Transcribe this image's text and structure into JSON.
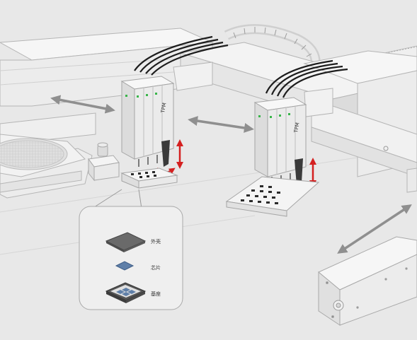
{
  "callout": {
    "labels": [
      "外壳",
      "芯片",
      "基座"
    ]
  },
  "colors": {
    "background": "#e8e8e8",
    "frame": "#f4f4f4",
    "outline": "#b9b9b9",
    "arrow_gray": "#8f8f8f",
    "arrow_red": "#d42020",
    "module_green": "#39b54a",
    "cable": "#1d1d1d"
  },
  "icons": [
    "double-arrow-icon",
    "rotation-arrow-icon",
    "vertical-arrow-icon"
  ]
}
